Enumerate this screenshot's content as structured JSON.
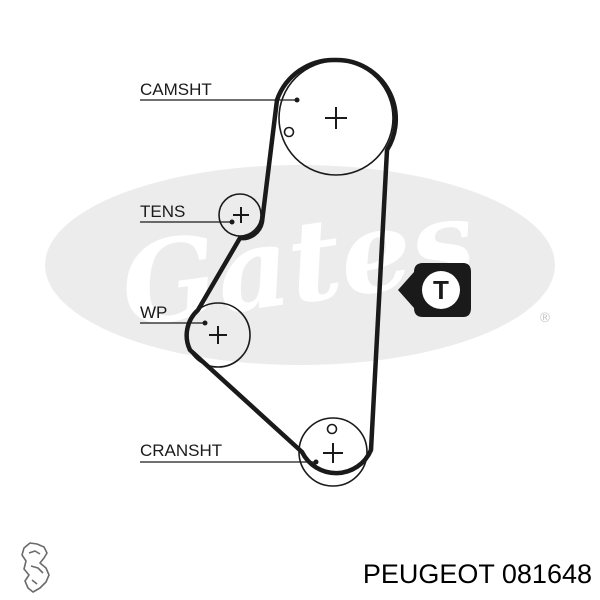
{
  "diagram": {
    "labels": {
      "camshaft": "CAMSHT",
      "tensioner": "TENS",
      "water_pump": "WP",
      "crankshaft": "CRANSHT"
    },
    "badge_letter": "T",
    "watermark_brand": "Gates",
    "watermark_mark": "®",
    "colors": {
      "line": "#1a1a1a",
      "watermark": "#ececec",
      "badge": "#1a1a1a"
    },
    "icons": [
      "plus-icon",
      "timing-mark-icon",
      "arrow-badge-icon",
      "peugeot-lion-logo"
    ]
  },
  "caption": {
    "brand": "PEUGEOT",
    "part_number": "081648"
  }
}
